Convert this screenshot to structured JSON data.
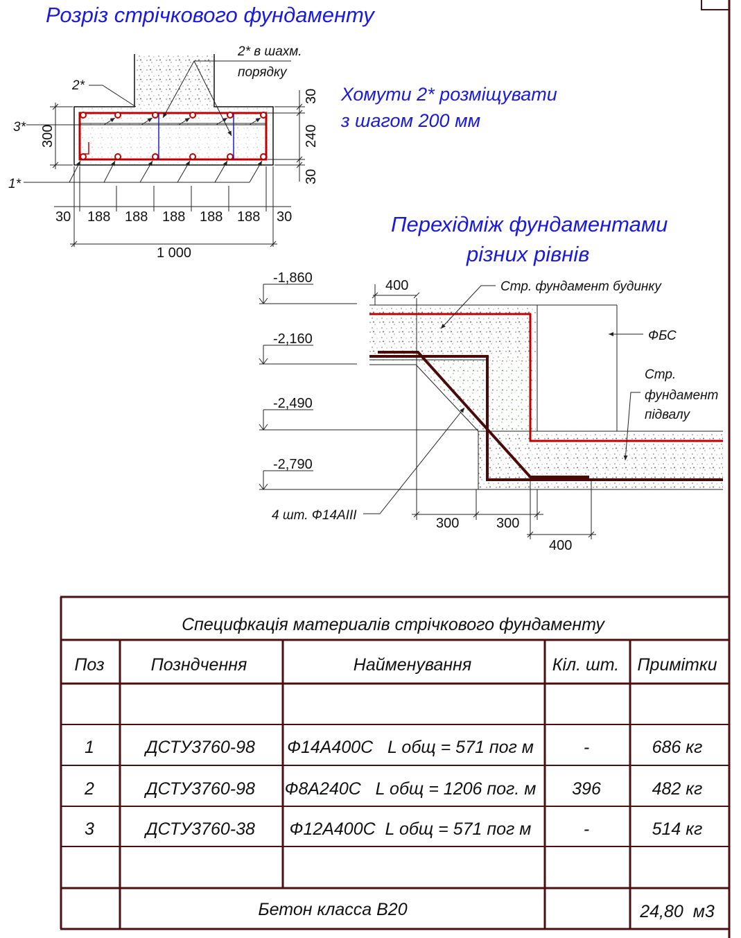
{
  "section": {
    "title": "Розріз стрічкового фундаменту",
    "labels": {
      "bar2_staggered_line1": "2* в шахм.",
      "bar2_staggered_line2": "порядку",
      "bar2": "2*",
      "bar3": "3*",
      "bar1": "1*"
    },
    "dims": {
      "height": "300",
      "right_top": "30",
      "right_mid": "240",
      "right_bot": "30",
      "bottom_left": "30",
      "bottom_spans": [
        "188",
        "188",
        "188",
        "188",
        "188"
      ],
      "bottom_right": "30",
      "total_width": "1 000"
    }
  },
  "note": {
    "line1": "Хомути 2* розміщувати",
    "line2": "з шагом 200 мм"
  },
  "transition": {
    "title_line1": "Перехідміж фундаментами",
    "title_line2": "різних рівнів",
    "levels": [
      "-1,860",
      "-2,160",
      "-2,490",
      "-2,790"
    ],
    "labels": {
      "house_foundation": "Стр. фундамент будинку",
      "fbs": "ФБС",
      "basement_line1": "Стр.",
      "basement_line2": "фундамент",
      "basement_line3": "підвалу",
      "rebar": "4 шт. Ф14АІІІ"
    },
    "dims": {
      "top": "400",
      "bottom_left": "300",
      "bottom_mid": "300",
      "bottom_right": "400"
    }
  },
  "spec": {
    "title": "Специфкація материалів стрічкового фундаменту",
    "headers": [
      "Поз",
      "Позндчення",
      "Найменування",
      "Кіл. шт.",
      "Примітки"
    ],
    "rows": [
      [
        "1",
        "ДСТУ3760-98",
        "Ф14А400С   L общ = 571 пог м",
        "-",
        "686 кг"
      ],
      [
        "2",
        "ДСТУ3760-98",
        "Ф8А240С   L общ = 1206 пог. м",
        "396",
        "482 кг"
      ],
      [
        "3",
        "ДСТУ3760-38",
        "Ф12А400С  L общ = 571 пог м",
        "-",
        "514 кг"
      ]
    ],
    "concrete_label": "Бетон класса В20",
    "concrete_value": "24,80  м3"
  },
  "colors": {
    "title_blue": "#1a1adc",
    "rebar_red": "#c00000",
    "rebar_dark": "#4a0a0a",
    "table_lines": "#4a0f0f"
  }
}
